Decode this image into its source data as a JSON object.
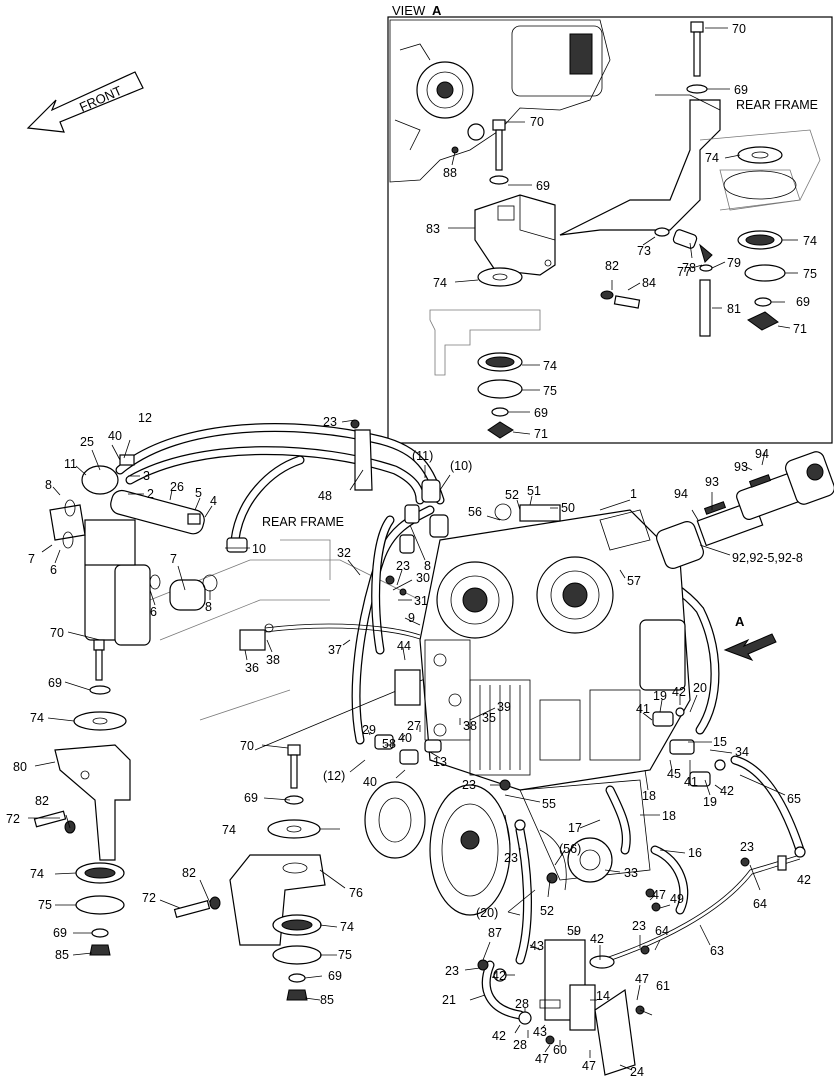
{
  "view_title": "VIEW",
  "view_letter": "A",
  "front_label": "FRONT",
  "rear_frame_label_inset": "REAR FRAME",
  "rear_frame_label_main": "REAR FRAME",
  "arrow_a_label": "A",
  "callouts": [
    {
      "id": "c70a",
      "text": "70"
    },
    {
      "id": "c69a",
      "text": "69"
    },
    {
      "id": "c70b",
      "text": "70"
    },
    {
      "id": "c88",
      "text": "88"
    },
    {
      "id": "c69b",
      "text": "69"
    },
    {
      "id": "c74a",
      "text": "74"
    },
    {
      "id": "c83",
      "text": "83"
    },
    {
      "id": "c73",
      "text": "73"
    },
    {
      "id": "c78",
      "text": "78"
    },
    {
      "id": "c77",
      "text": "77"
    },
    {
      "id": "c74b",
      "text": "74"
    },
    {
      "id": "c74c",
      "text": "74"
    },
    {
      "id": "c82a",
      "text": "82"
    },
    {
      "id": "c84",
      "text": "84"
    },
    {
      "id": "c79",
      "text": "79"
    },
    {
      "id": "c75a",
      "text": "75"
    },
    {
      "id": "c81",
      "text": "81"
    },
    {
      "id": "c69c",
      "text": "69"
    },
    {
      "id": "c71a",
      "text": "71"
    },
    {
      "id": "c74d",
      "text": "74"
    },
    {
      "id": "c75b",
      "text": "75"
    },
    {
      "id": "c69d",
      "text": "69"
    },
    {
      "id": "c71b",
      "text": "71"
    },
    {
      "id": "c12a",
      "text": "12"
    },
    {
      "id": "c23a",
      "text": "23"
    },
    {
      "id": "c25",
      "text": "25"
    },
    {
      "id": "c40a",
      "text": "40"
    },
    {
      "id": "c11",
      "text": "11"
    },
    {
      "id": "c3",
      "text": "3"
    },
    {
      "id": "c8a",
      "text": "8"
    },
    {
      "id": "c2",
      "text": "2"
    },
    {
      "id": "c26",
      "text": "26"
    },
    {
      "id": "c5",
      "text": "5"
    },
    {
      "id": "c4",
      "text": "4"
    },
    {
      "id": "c11p",
      "text": "(11)"
    },
    {
      "id": "c10p",
      "text": "(10)"
    },
    {
      "id": "c1",
      "text": "1"
    },
    {
      "id": "c48",
      "text": "48"
    },
    {
      "id": "c52a",
      "text": "52"
    },
    {
      "id": "c51",
      "text": "51"
    },
    {
      "id": "c56",
      "text": "56"
    },
    {
      "id": "c50",
      "text": "50"
    },
    {
      "id": "c94a",
      "text": "94"
    },
    {
      "id": "c93a",
      "text": "93"
    },
    {
      "id": "c93b",
      "text": "93"
    },
    {
      "id": "c94b",
      "text": "94"
    },
    {
      "id": "c7a",
      "text": "7"
    },
    {
      "id": "c6a",
      "text": "6"
    },
    {
      "id": "c10",
      "text": "10"
    },
    {
      "id": "c7b",
      "text": "7"
    },
    {
      "id": "c8b",
      "text": "8"
    },
    {
      "id": "c6b",
      "text": "6"
    },
    {
      "id": "c8c",
      "text": "8"
    },
    {
      "id": "c32",
      "text": "32"
    },
    {
      "id": "c23b",
      "text": "23"
    },
    {
      "id": "c30",
      "text": "30"
    },
    {
      "id": "c31",
      "text": "31"
    },
    {
      "id": "c9",
      "text": "9"
    },
    {
      "id": "c9282",
      "text": "92,92-5,92-8"
    },
    {
      "id": "c57",
      "text": "57"
    },
    {
      "id": "c70c",
      "text": "70"
    },
    {
      "id": "c36",
      "text": "36"
    },
    {
      "id": "c38a",
      "text": "38"
    },
    {
      "id": "c37",
      "text": "37"
    },
    {
      "id": "c44",
      "text": "44"
    },
    {
      "id": "c69e",
      "text": "69"
    },
    {
      "id": "c74e",
      "text": "74"
    },
    {
      "id": "c19a",
      "text": "19"
    },
    {
      "id": "c42a",
      "text": "42"
    },
    {
      "id": "c20",
      "text": "20"
    },
    {
      "id": "c41a",
      "text": "41"
    },
    {
      "id": "c39",
      "text": "39"
    },
    {
      "id": "c38b",
      "text": "38"
    },
    {
      "id": "c35",
      "text": "35"
    },
    {
      "id": "c29",
      "text": "29"
    },
    {
      "id": "c27",
      "text": "27"
    },
    {
      "id": "c40b",
      "text": "40"
    },
    {
      "id": "c58",
      "text": "58"
    },
    {
      "id": "c70d",
      "text": "70"
    },
    {
      "id": "c80",
      "text": "80"
    },
    {
      "id": "c12b",
      "text": "(12)"
    },
    {
      "id": "c40c",
      "text": "40"
    },
    {
      "id": "c13",
      "text": "13"
    },
    {
      "id": "c15",
      "text": "15"
    },
    {
      "id": "c34",
      "text": "34"
    },
    {
      "id": "c69f",
      "text": "69"
    },
    {
      "id": "c23c",
      "text": "23"
    },
    {
      "id": "c55",
      "text": "55"
    },
    {
      "id": "c82b",
      "text": "82"
    },
    {
      "id": "c45",
      "text": "45"
    },
    {
      "id": "c41b",
      "text": "41"
    },
    {
      "id": "c19b",
      "text": "19"
    },
    {
      "id": "c42b",
      "text": "42"
    },
    {
      "id": "c65",
      "text": "65"
    },
    {
      "id": "c18a",
      "text": "18"
    },
    {
      "id": "c72a",
      "text": "72"
    },
    {
      "id": "c74f",
      "text": "74"
    },
    {
      "id": "c17",
      "text": "17"
    },
    {
      "id": "c18b",
      "text": "18"
    },
    {
      "id": "c23d",
      "text": "23"
    },
    {
      "id": "c16",
      "text": "16"
    },
    {
      "id": "c56p",
      "text": "(56)"
    },
    {
      "id": "c23e",
      "text": "23"
    },
    {
      "id": "c74g",
      "text": "74"
    },
    {
      "id": "c76",
      "text": "76"
    },
    {
      "id": "c42c",
      "text": "42"
    },
    {
      "id": "c33",
      "text": "33"
    },
    {
      "id": "c82c",
      "text": "82"
    },
    {
      "id": "c64",
      "text": "64"
    },
    {
      "id": "c47a",
      "text": "47"
    },
    {
      "id": "c49",
      "text": "49"
    },
    {
      "id": "c72b",
      "text": "72"
    },
    {
      "id": "c75c",
      "text": "75"
    },
    {
      "id": "c20p",
      "text": "(20)"
    },
    {
      "id": "c52b",
      "text": "52"
    },
    {
      "id": "c69g",
      "text": "69"
    },
    {
      "id": "c74h",
      "text": "74"
    },
    {
      "id": "c63",
      "text": "63"
    },
    {
      "id": "c59",
      "text": "59"
    },
    {
      "id": "c23f",
      "text": "23"
    },
    {
      "id": "c85a",
      "text": "85"
    },
    {
      "id": "c87",
      "text": "87"
    },
    {
      "id": "c43a",
      "text": "43"
    },
    {
      "id": "c42d",
      "text": "42"
    },
    {
      "id": "c64b",
      "text": "64"
    },
    {
      "id": "c75d",
      "text": "75"
    },
    {
      "id": "c23g",
      "text": "23"
    },
    {
      "id": "c42e",
      "text": "42"
    },
    {
      "id": "c47b",
      "text": "47"
    },
    {
      "id": "c69h",
      "text": "69"
    },
    {
      "id": "c61",
      "text": "61"
    },
    {
      "id": "c21",
      "text": "21"
    },
    {
      "id": "c28a",
      "text": "28"
    },
    {
      "id": "c14",
      "text": "14"
    },
    {
      "id": "c85b",
      "text": "85"
    },
    {
      "id": "c43b",
      "text": "43"
    },
    {
      "id": "c42f",
      "text": "42"
    },
    {
      "id": "c28b",
      "text": "28"
    },
    {
      "id": "c60",
      "text": "60"
    },
    {
      "id": "c47c",
      "text": "47"
    },
    {
      "id": "c47d",
      "text": "47"
    },
    {
      "id": "c24",
      "text": "24"
    }
  ]
}
